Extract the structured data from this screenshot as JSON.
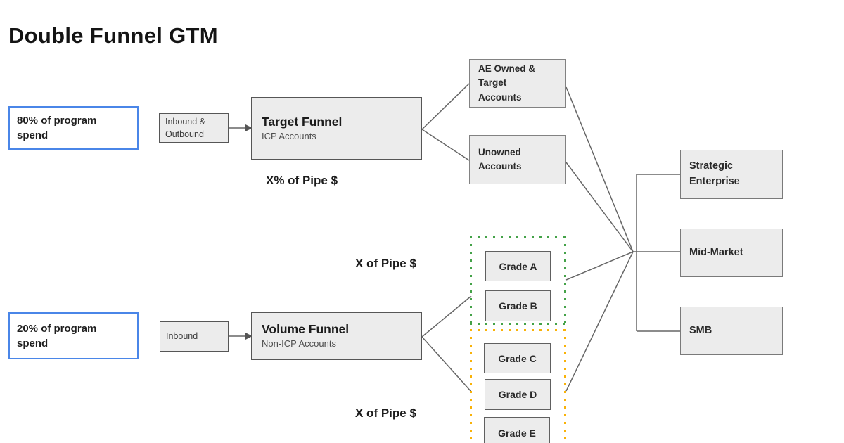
{
  "title": "Double Funnel GTM",
  "left_column": {
    "spend_80": "80% of program\nspend",
    "spend_20": "20% of program\nspend"
  },
  "channels": {
    "target": "Inbound &\nOutbound",
    "volume": "Inbound"
  },
  "funnels": {
    "target": {
      "name": "Target Funnel",
      "subtitle": "ICP Accounts",
      "pipe_label": "X% of Pipe $"
    },
    "volume": {
      "name": "Volume Funnel",
      "subtitle": "Non-ICP Accounts"
    }
  },
  "pipe_labels": {
    "grade_ab": "X of Pipe $",
    "grade_cde": "X of Pipe $"
  },
  "account_groups": {
    "ae_owned": "AE Owned &\nTarget\nAccounts",
    "unowned": "Unowned\nAccounts"
  },
  "grades": {
    "icp": [
      "Grade A",
      "Grade B"
    ],
    "non_icp": [
      "Grade C",
      "Grade D",
      "Grade E"
    ]
  },
  "segments": {
    "strategic": "Strategic\nEnterprise",
    "mid_market": "Mid-Market",
    "smb": "SMB"
  },
  "colors": {
    "spend_box_border": "#4a86e8",
    "icp_grade_dotted": "#44a248",
    "non_icp_grade_dotted": "#f9b208",
    "box_fill": "#ececec",
    "connector": "#666666"
  },
  "connections": [
    "Inbound & Outbound -> Target Funnel",
    "Inbound -> Volume Funnel",
    "Target Funnel -> AE Owned & Target Accounts",
    "Target Funnel -> Unowned Accounts",
    "Volume Funnel -> Grades A-B",
    "Volume Funnel -> Grades C-E",
    "AE Owned & Target Accounts -> Segments",
    "Unowned Accounts -> Segments",
    "Grades A-B -> Segments",
    "Grades C-E -> Segments"
  ]
}
